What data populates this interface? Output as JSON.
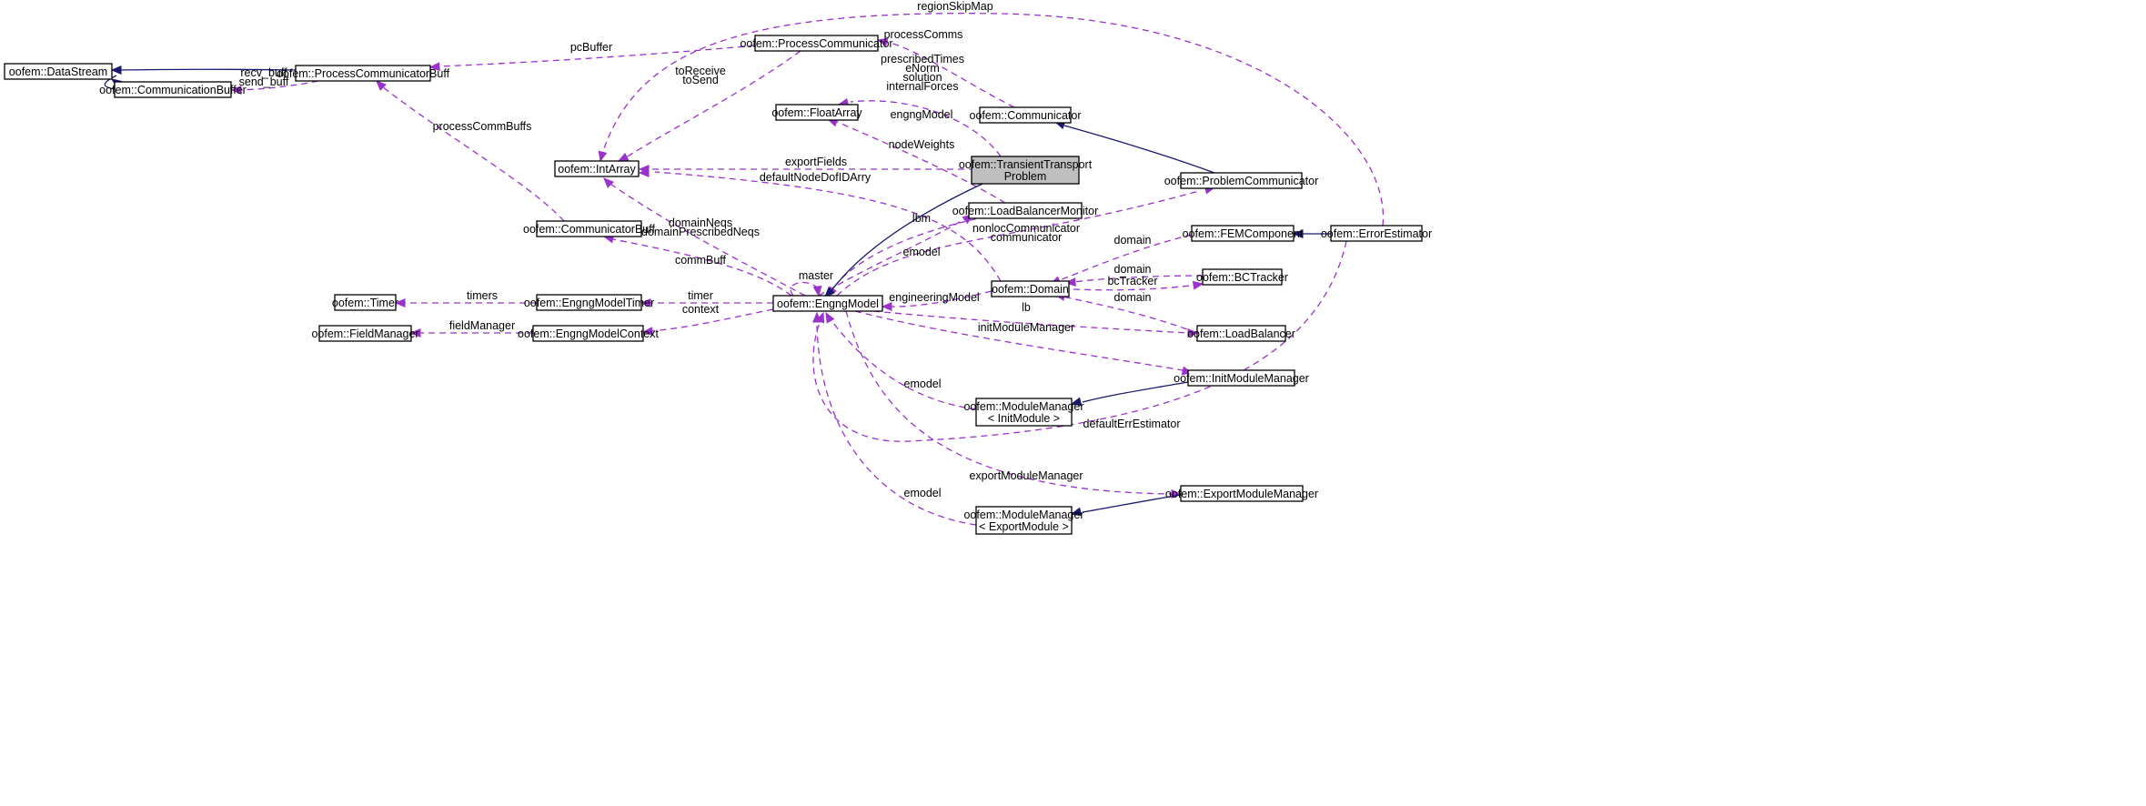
{
  "diagram": {
    "type": "collaboration-graph",
    "colors": {
      "dependency": "#9a32cd",
      "inheritance": "#191970",
      "focus_fill": "#bfbfbf",
      "node_fill": "#ffffff"
    },
    "nodes": {
      "datastream": [
        "oofem::DataStream"
      ],
      "communicationbuffer": [
        "oofem::CommunicationBuffer"
      ],
      "processcommunicatorbuff": [
        "oofem::ProcessCommunicatorBuff"
      ],
      "processcommunicator": [
        "oofem::ProcessCommunicator"
      ],
      "intarray": [
        "oofem::IntArray"
      ],
      "floatarray": [
        "oofem::FloatArray"
      ],
      "communicator": [
        "oofem::Communicator"
      ],
      "transienttransportproblem": [
        "oofem::TransientTransport",
        "Problem"
      ],
      "problemcommunicator": [
        "oofem::ProblemCommunicator"
      ],
      "loadbalancermonitor": [
        "oofem::LoadBalancerMonitor"
      ],
      "communicatorbuff": [
        "oofem::CommunicatorBuff"
      ],
      "femcomponent": [
        "oofem::FEMComponent"
      ],
      "errorestimator": [
        "oofem::ErrorEstimator"
      ],
      "timer": [
        "oofem::Timer"
      ],
      "engngmodeltimer": [
        "oofem::EngngModelTimer"
      ],
      "engngmodel": [
        "oofem::EngngModel"
      ],
      "domain": [
        "oofem::Domain"
      ],
      "bctracker": [
        "oofem::BCTracker"
      ],
      "fieldmanager": [
        "oofem::FieldManager"
      ],
      "engngmodelcontext": [
        "oofem::EngngModelContext"
      ],
      "loadbalancer": [
        "oofem::LoadBalancer"
      ],
      "initmodulemanager": [
        "oofem::InitModuleManager"
      ],
      "modulemanager_init": [
        "oofem::ModuleManager",
        "< InitModule >"
      ],
      "exportmodulemanager": [
        "oofem::ExportModuleManager"
      ],
      "modulemanager_export": [
        "oofem::ModuleManager",
        "< ExportModule >"
      ]
    },
    "edge_labels": {
      "regionSkipMap": [
        "regionSkipMap"
      ],
      "pcBuffer": [
        "pcBuffer"
      ],
      "processComms": [
        "processComms"
      ],
      "recvSendBuff": [
        "recv_buff",
        "send_buff"
      ],
      "toReceiveSend": [
        "toReceive",
        "toSend"
      ],
      "ttpFields": [
        "prescribedTimes",
        "eNorm",
        "solution",
        "internalForces"
      ],
      "engngModel": [
        "engngModel"
      ],
      "processCommBuffs": [
        "processCommBuffs"
      ],
      "nodeWeights": [
        "nodeWeights"
      ],
      "exportFields": [
        "exportFields"
      ],
      "defaultNodeDofIDArry": [
        "defaultNodeDofIDArry"
      ],
      "domainNeqs": [
        "domainNeqs",
        "domainPrescribedNeqs"
      ],
      "lbm": [
        "lbm"
      ],
      "communicators": [
        "nonlocCommunicator",
        "communicator"
      ],
      "commBuff": [
        "commBuff"
      ],
      "emodel_lbm": [
        "emodel"
      ],
      "master": [
        "master"
      ],
      "domain_fem": [
        "domain"
      ],
      "domain_bc": [
        "domain"
      ],
      "bcTracker": [
        "bcTracker"
      ],
      "timers": [
        "timers"
      ],
      "timer": [
        "timer"
      ],
      "engineeringModel": [
        "engineeringModel"
      ],
      "context": [
        "context"
      ],
      "lb": [
        "lb"
      ],
      "domain_lb": [
        "domain"
      ],
      "fieldManager": [
        "fieldManager"
      ],
      "initModuleManager": [
        "initModuleManager"
      ],
      "emodel_init": [
        "emodel"
      ],
      "defaultErrEstimator": [
        "defaultErrEstimator"
      ],
      "exportModuleManager": [
        "exportModuleManager"
      ],
      "emodel_export": [
        "emodel"
      ]
    }
  }
}
